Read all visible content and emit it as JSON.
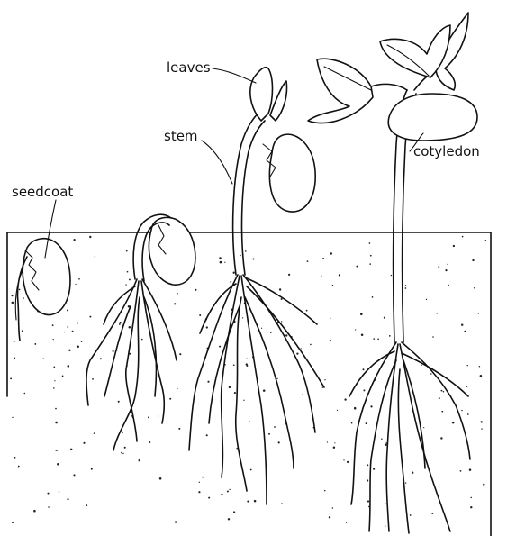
{
  "labels": {
    "seed_coat": "seedcoat",
    "leaves": "leaves",
    "stem": "stem",
    "cotyledon": "cotyledon"
  },
  "colors": {
    "ink": "#111111",
    "background": "#ffffff",
    "soil_dots": "#222222"
  }
}
